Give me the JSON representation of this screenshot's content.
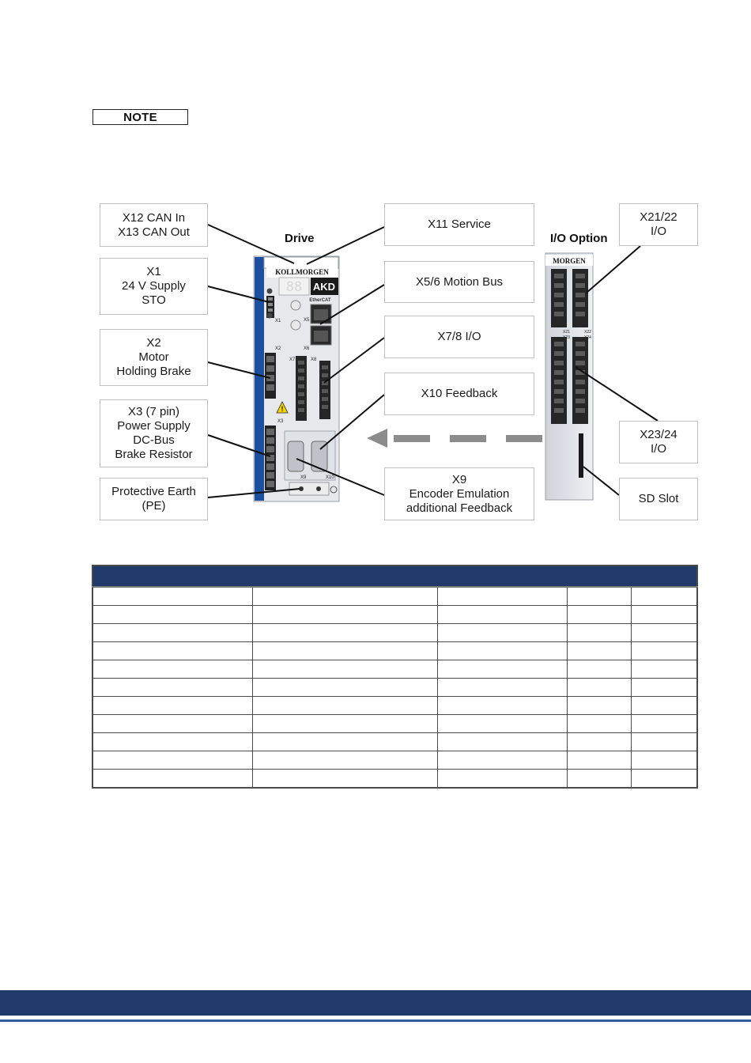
{
  "note": {
    "label": "NOTE"
  },
  "diagram": {
    "drive_heading": "Drive",
    "io_heading": "I/O Option",
    "callouts": {
      "x12_x13": "X12 CAN In\nX13 CAN Out",
      "x1": "X1\n24 V Supply\nSTO",
      "x2": "X2\nMotor\nHolding Brake",
      "x3": "X3 (7 pin)\nPower Supply\nDC-Bus\nBrake Resistor",
      "pe": "Protective Earth\n(PE)",
      "x11": "X11 Service",
      "x5_6": "X5/6 Motion Bus",
      "x7_8": "X7/8 I/O",
      "x10": "X10 Feedback",
      "x9": "X9\nEncoder Emulation\nadditional Feedback",
      "x21_22": "X21/22\nI/O",
      "x23_24": "X23/24\nI/O",
      "sd": "SD Slot"
    },
    "drive_labels": {
      "brand": "KOLLMORGEN",
      "model": "AKD",
      "ethercat": "EtherCAT",
      "x1": "X1",
      "x5": "X5",
      "x6": "X6",
      "x2": "X2",
      "x3": "X3",
      "x7": "X7",
      "x8": "X8",
      "x9": "X9",
      "x10": "X10"
    },
    "io_labels": {
      "brand": "MORGEN",
      "x21": "X21",
      "x22": "X22",
      "x23": "X23",
      "x24": "X24"
    },
    "colors": {
      "drive_blue": "#1c4fa0",
      "arrow_gray": "#8c8c8c"
    }
  },
  "table": {
    "columns": [
      "",
      "",
      "",
      "",
      ""
    ],
    "rows": [
      [
        "",
        "",
        "",
        "",
        ""
      ],
      [
        "",
        "",
        "",
        "",
        ""
      ],
      [
        "",
        "",
        "",
        "",
        ""
      ],
      [
        "",
        "",
        "",
        "",
        ""
      ],
      [
        "",
        "",
        "",
        "",
        ""
      ],
      [
        "",
        "",
        "",
        "",
        ""
      ],
      [
        "",
        "",
        "",
        "",
        ""
      ],
      [
        "",
        "",
        "",
        "",
        ""
      ],
      [
        "",
        "",
        "",
        "",
        ""
      ],
      [
        "",
        "",
        "",
        "",
        ""
      ],
      [
        "",
        "",
        "",
        "",
        ""
      ]
    ]
  },
  "colors": {
    "header_navy": "#1f3a6b",
    "footer_navy": "#1f3a6b"
  }
}
